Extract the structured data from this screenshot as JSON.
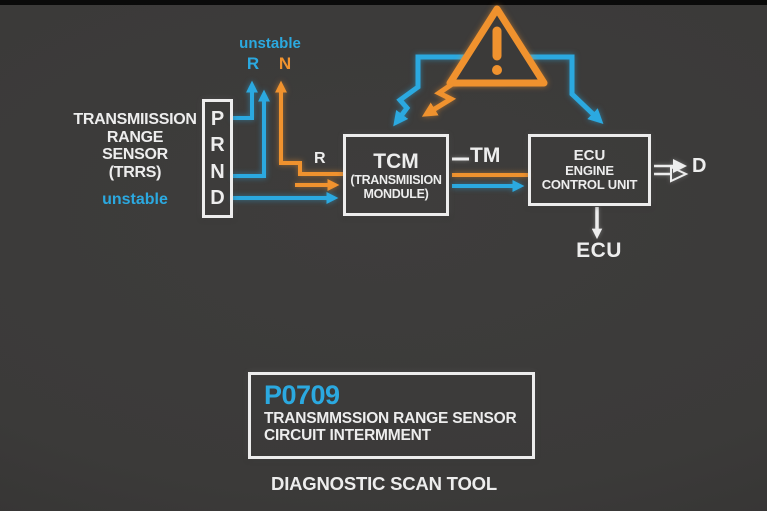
{
  "colors": {
    "background": "#3b3a39",
    "blue": "#2BA9E0",
    "orange": "#F0922E",
    "white": "#EDEDED"
  },
  "icons": {
    "warning": "warning-triangle"
  },
  "sensor": {
    "lines": [
      "TRANSMIISSION",
      "RANGE",
      "SENSOR",
      "(TRRS)"
    ],
    "unstable": "unstable"
  },
  "top_labels": {
    "unstable": "unstable",
    "r": "R",
    "n": "N"
  },
  "shifter": {
    "gears": [
      "P",
      "R",
      "N",
      "D"
    ]
  },
  "tcm": {
    "title": "TCM",
    "sub1": "(TRANSMIISION",
    "sub2": "MONDULE)",
    "tm": "TM",
    "input_r": "R"
  },
  "ecu": {
    "line1": "ECU",
    "line2": "ENGINE",
    "line3": "CONTROL UNIT",
    "output_d": "D",
    "output_ecu": "ECU"
  },
  "dtc": {
    "code": "P0709",
    "desc1": "TRANSMMSSION RANGE SENSOR",
    "desc2": "CIRCUIT INTERMMENT"
  },
  "footer": {
    "scan_tool": "DIAGNOSTIC SCAN TOOL"
  }
}
